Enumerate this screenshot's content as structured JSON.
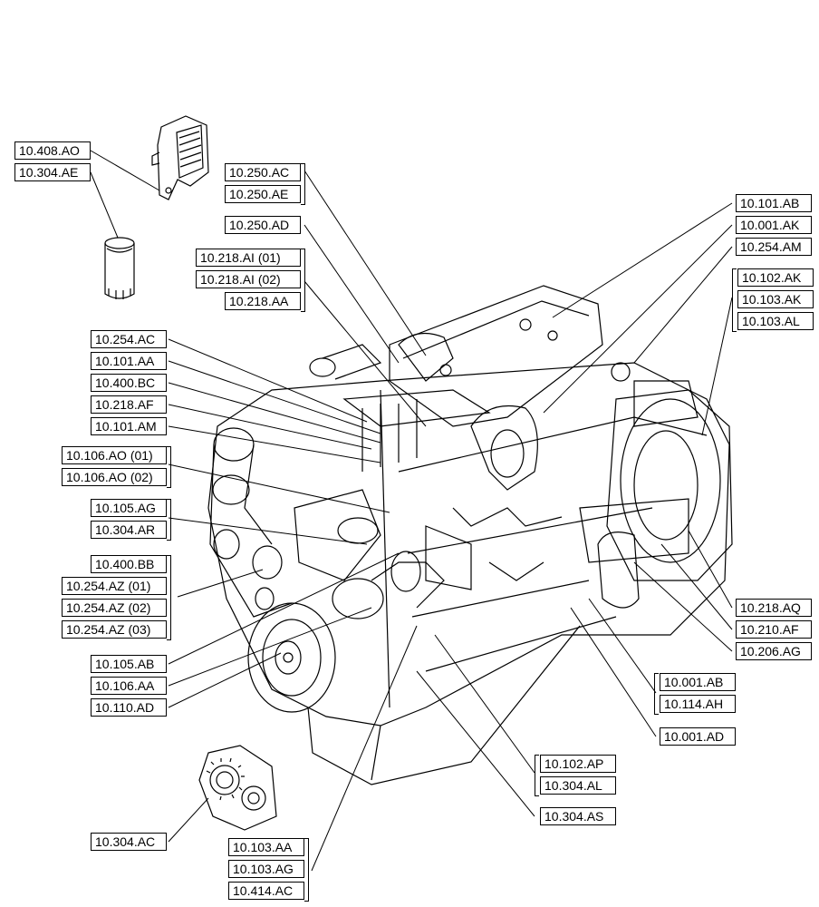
{
  "labels": {
    "l408AO": "10.408.AO",
    "l304AE": "10.304.AE",
    "l250AC": "10.250.AC",
    "l250AE": "10.250.AE",
    "l250AD": "10.250.AD",
    "l218AI01": "10.218.AI (01)",
    "l218AI02": "10.218.AI (02)",
    "l218AA": "10.218.AA",
    "l254AC": "10.254.AC",
    "l101AA": "10.101.AA",
    "l400BC": "10.400.BC",
    "l218AF": "10.218.AF",
    "l101AM": "10.101.AM",
    "l106AO01": "10.106.AO (01)",
    "l106AO02": "10.106.AO (02)",
    "l105AG": "10.105.AG",
    "l304AR": "10.304.AR",
    "l400BB": "10.400.BB",
    "l254AZ01": "10.254.AZ (01)",
    "l254AZ02": "10.254.AZ (02)",
    "l254AZ03": "10.254.AZ (03)",
    "l105AB": "10.105.AB",
    "l106AA": "10.106.AA",
    "l110AD": "10.110.AD",
    "l304AC": "10.304.AC",
    "l103AA": "10.103.AA",
    "l103AG": "10.103.AG",
    "l414AC": "10.414.AC",
    "l101AB": "10.101.AB",
    "l001AK": "10.001.AK",
    "l254AM": "10.254.AM",
    "l102AK": "10.102.AK",
    "l103AK": "10.103.AK",
    "l103AL": "10.103.AL",
    "l218AQ": "10.218.AQ",
    "l210AF": "10.210.AF",
    "l206AG": "10.206.AG",
    "l001AB": "10.001.AB",
    "l114AH": "10.114.AH",
    "l001AD": "10.001.AD",
    "l102AP": "10.102.AP",
    "l304AL": "10.304.AL",
    "l304AS": "10.304.AS"
  }
}
